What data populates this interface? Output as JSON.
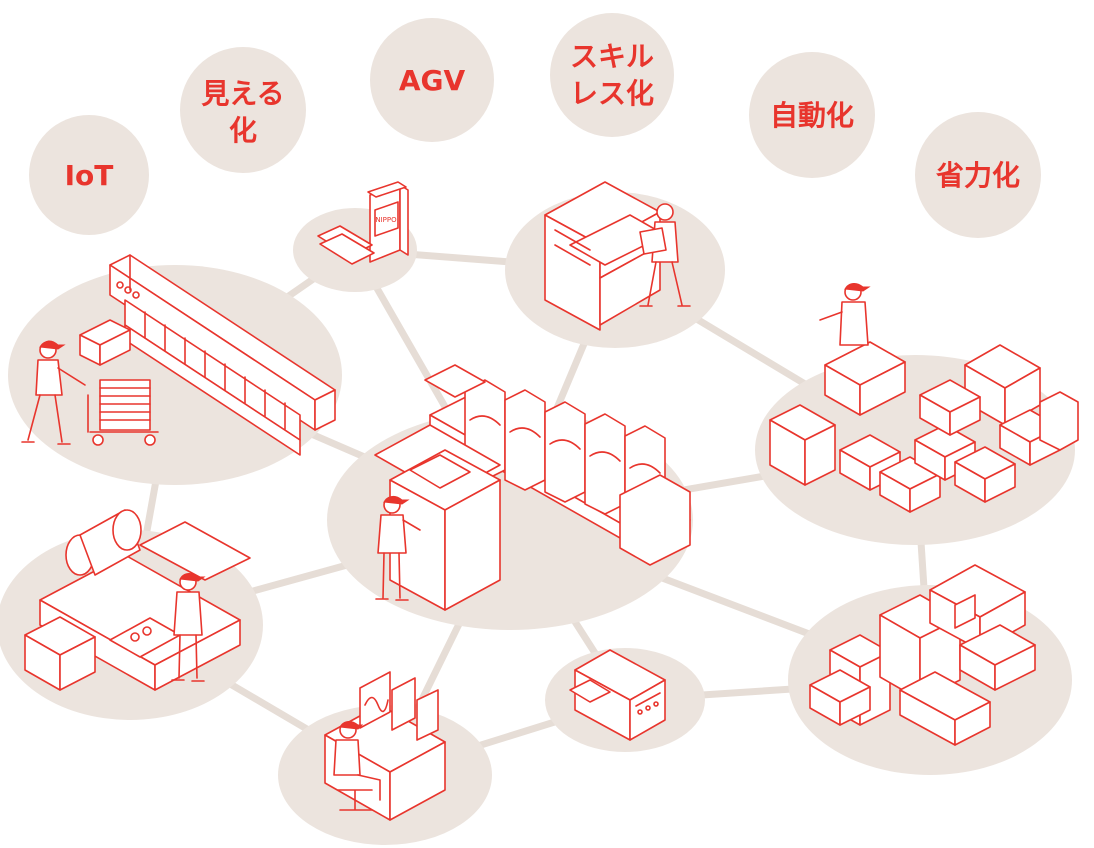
{
  "colors": {
    "accent": "#e8352d",
    "bubble": "#ece4de",
    "connector": "#e6ddd6",
    "background": "#ffffff"
  },
  "keywords": [
    {
      "id": "iot",
      "lines": [
        "IoT"
      ]
    },
    {
      "id": "visualization",
      "lines": [
        "見える",
        "化"
      ]
    },
    {
      "id": "agv",
      "lines": [
        "AGV"
      ]
    },
    {
      "id": "skill-less",
      "lines": [
        "スキル",
        "レス化"
      ]
    },
    {
      "id": "automation",
      "lines": [
        "自動化"
      ]
    },
    {
      "id": "labor-saving",
      "lines": [
        "省力化"
      ]
    }
  ],
  "agv_logo_text": "NIPPO",
  "scenes": [
    {
      "id": "collator-line",
      "icon": "collating-machine-worker-icon"
    },
    {
      "id": "agv-forklift",
      "icon": "agv-forklift-icon"
    },
    {
      "id": "cutter",
      "icon": "paper-cutter-worker-icon"
    },
    {
      "id": "printing-press",
      "icon": "printing-press-operator-icon"
    },
    {
      "id": "boxes",
      "icon": "shipping-boxes-worker-icon"
    },
    {
      "id": "folding-machine",
      "icon": "folding-machine-worker-icon"
    },
    {
      "id": "control-desk",
      "icon": "monitoring-desk-operator-icon"
    },
    {
      "id": "digital-printer",
      "icon": "digital-printer-icon"
    },
    {
      "id": "bindery-line",
      "icon": "bindery-machines-icon"
    }
  ]
}
